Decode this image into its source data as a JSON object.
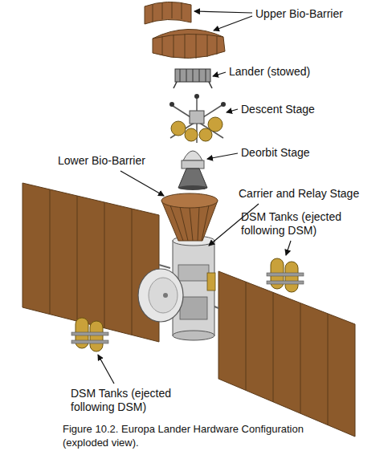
{
  "diagram": {
    "caption": "Figure 10.2. Europa Lander Hardware Configuration (exploded view).",
    "labels": [
      "Upper Bio-Barrier",
      "Lander (stowed)",
      "Descent Stage",
      "Deorbit Stage",
      "Lower Bio-Barrier",
      "Carrier and Relay Stage",
      "DSM Tanks (ejected following DSM)",
      "DSM Tanks (ejected following DSM)"
    ]
  }
}
